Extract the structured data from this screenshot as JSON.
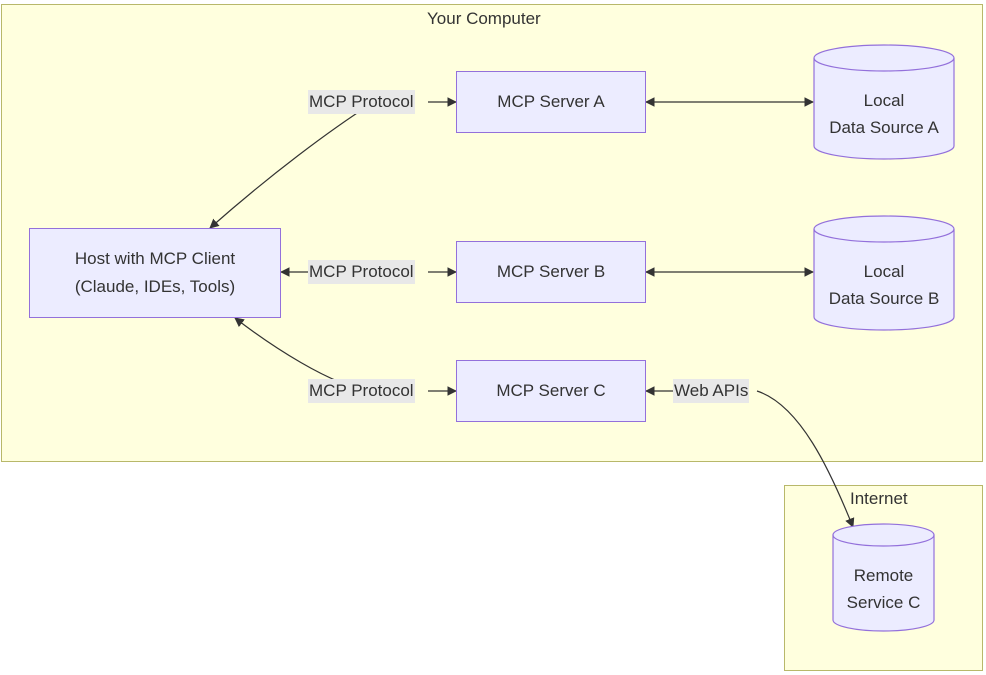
{
  "clusters": {
    "computer": {
      "title": "Your Computer"
    },
    "internet": {
      "title": "Internet"
    }
  },
  "nodes": {
    "host": {
      "line1": "Host with MCP Client",
      "line2": "(Claude, IDEs, Tools)"
    },
    "server_a": {
      "label": "MCP Server A"
    },
    "server_b": {
      "label": "MCP Server B"
    },
    "server_c": {
      "label": "MCP Server C"
    },
    "source_a": {
      "line1": "Local",
      "line2": "Data Source A"
    },
    "source_b": {
      "line1": "Local",
      "line2": "Data Source B"
    },
    "remote_c": {
      "line1": "Remote",
      "line2": "Service C"
    }
  },
  "edge_labels": {
    "host_a": "MCP Protocol",
    "host_b": "MCP Protocol",
    "host_c": "MCP Protocol",
    "c_remote": "Web APIs"
  },
  "colors": {
    "cluster_fill": "#ffffde",
    "cluster_border": "#b8b86a",
    "node_fill": "#ececff",
    "node_border": "#9370db",
    "edge": "#333333",
    "edge_label_bg": "#e8e8e8"
  }
}
